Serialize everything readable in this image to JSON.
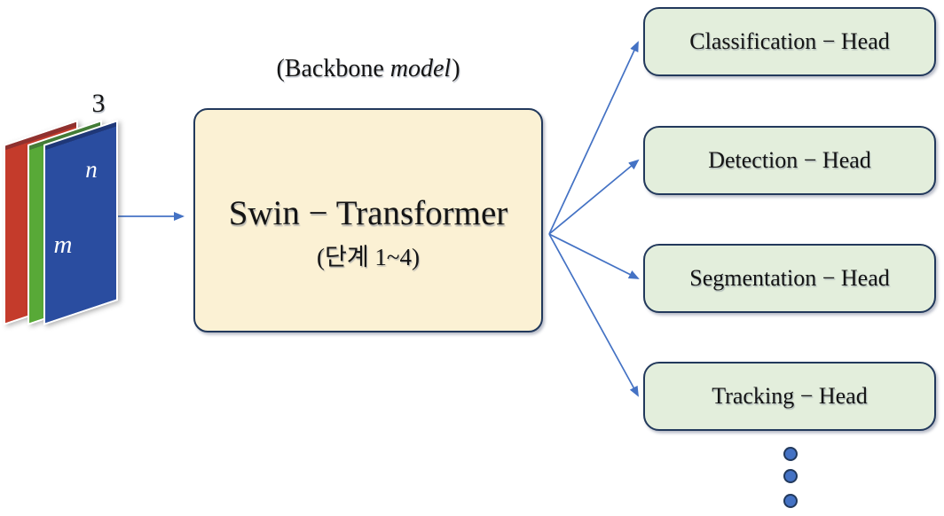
{
  "colors": {
    "arrow-blue": "#4472C4",
    "border-navy": "#22395C",
    "backbone-fill": "#FBF1D4",
    "head-fill": "#E3EEDC",
    "sheet-red": "#C43B2B",
    "sheet-green": "#58A937",
    "sheet-blue": "#2A4DA0",
    "text-black": "#141414",
    "label-white": "#FFFFFF"
  },
  "input": {
    "channels_label": "3",
    "width_label": "n",
    "height_label": "m"
  },
  "backbone": {
    "caption_prefix": "(Backbone",
    "caption_italic": "model",
    "caption_suffix": ")",
    "title": "Swin − Transformer",
    "subtitle": "(단계 1~4)"
  },
  "heads": [
    {
      "label": "Classification − Head"
    },
    {
      "label": "Detection − Head"
    },
    {
      "label": "Segmentation − Head"
    },
    {
      "label": "Tracking − Head"
    }
  ]
}
